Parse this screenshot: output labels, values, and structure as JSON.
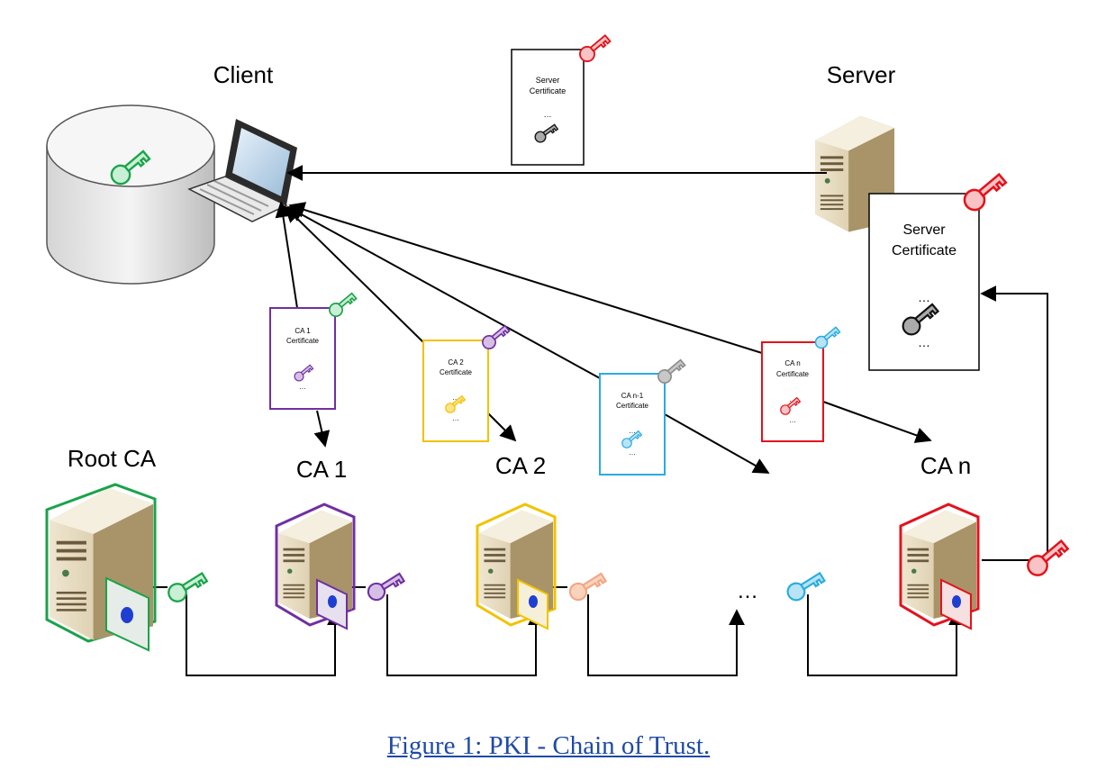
{
  "labels": {
    "client": "Client",
    "server": "Server",
    "root_ca": "Root CA",
    "ca1": "CA 1",
    "ca2": "CA 2",
    "can": "CA n",
    "chain_ellipsis": "…"
  },
  "certificates": {
    "server_top": {
      "line1": "Server",
      "line2": "Certificate",
      "dots": "…"
    },
    "server_big": {
      "line1": "Server",
      "line2": "Certificate",
      "dots_top": "…",
      "dots_bottom": "…"
    },
    "ca1": {
      "line1": "CA 1",
      "line2": "Certificate",
      "dots": "…"
    },
    "ca2": {
      "line1": "CA 2",
      "line2": "Certificate",
      "dots_top": "…",
      "dots_bottom": "…"
    },
    "can1": {
      "line1": "CA n-1",
      "line2": "Certificate",
      "dots_top": "…",
      "dots_bottom": "…"
    },
    "can": {
      "line1": "CA n",
      "line2": "Certificate",
      "dots_top": "…",
      "dots_bottom": "…"
    }
  },
  "caption": "Figure 1: PKI - Chain of Trust.",
  "colors": {
    "root": "#1aa34a",
    "ca1": "#7030a0",
    "ca2": "#f2c200",
    "ca3": "#f4a582",
    "can1": "#29abe2",
    "can": "#e3121b",
    "server": "#e3121b",
    "neutral": "#222222",
    "cert_grey": "#8c8c8c",
    "caption": "#1f4aa8"
  },
  "icons": [
    "key-icon",
    "server-icon",
    "laptop-icon",
    "database-icon",
    "certificate-icon"
  ]
}
